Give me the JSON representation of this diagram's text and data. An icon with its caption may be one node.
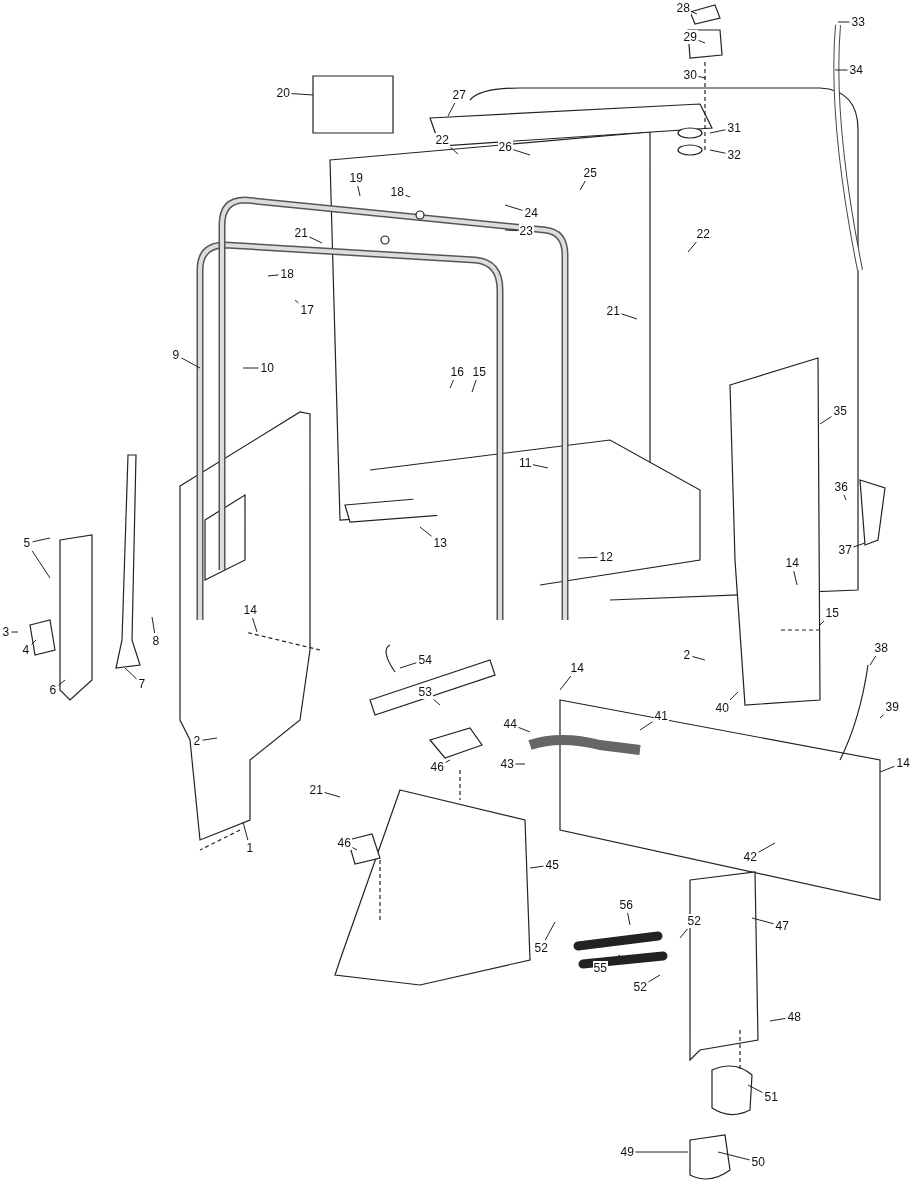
{
  "diagram": {
    "nodes": [
      {
        "text": [
          "1"
        ]
      },
      {
        "text": [
          "2"
        ]
      },
      {
        "text": [
          "2"
        ]
      },
      {
        "text": [
          "3"
        ]
      },
      {
        "text": [
          "4"
        ]
      },
      {
        "text": [
          "5"
        ]
      },
      {
        "text": [
          "6"
        ]
      },
      {
        "text": [
          "7"
        ]
      },
      {
        "text": [
          "8"
        ]
      },
      {
        "text": [
          "9"
        ]
      },
      {
        "text": [
          "10"
        ]
      },
      {
        "text": [
          "11"
        ]
      },
      {
        "text": [
          "12"
        ]
      },
      {
        "text": [
          "13"
        ]
      },
      {
        "text": [
          "14"
        ]
      },
      {
        "text": [
          "14"
        ]
      },
      {
        "text": [
          "14"
        ]
      },
      {
        "text": [
          "14"
        ]
      },
      {
        "text": [
          "15"
        ]
      },
      {
        "text": [
          "15"
        ]
      },
      {
        "text": [
          "16"
        ]
      },
      {
        "text": [
          "17"
        ]
      },
      {
        "text": [
          "18"
        ]
      },
      {
        "text": [
          "18"
        ]
      },
      {
        "text": [
          "19"
        ]
      },
      {
        "text": [
          "20"
        ]
      },
      {
        "text": [
          "21"
        ]
      },
      {
        "text": [
          "21"
        ]
      },
      {
        "text": [
          "21"
        ]
      },
      {
        "text": [
          "22"
        ]
      },
      {
        "text": [
          "22"
        ]
      },
      {
        "text": [
          "23"
        ]
      },
      {
        "text": [
          "24"
        ]
      },
      {
        "text": [
          "25"
        ]
      },
      {
        "text": [
          "26"
        ]
      },
      {
        "text": [
          "27"
        ]
      },
      {
        "text": [
          "28"
        ]
      },
      {
        "text": [
          "29"
        ]
      },
      {
        "text": [
          "30"
        ]
      },
      {
        "text": [
          "31"
        ]
      },
      {
        "text": [
          "32"
        ]
      },
      {
        "text": [
          "33"
        ]
      },
      {
        "text": [
          "34"
        ]
      },
      {
        "text": [
          "35"
        ]
      },
      {
        "text": [
          "36"
        ]
      },
      {
        "text": [
          "37"
        ]
      },
      {
        "text": [
          "38"
        ]
      },
      {
        "text": [
          "39"
        ]
      },
      {
        "text": [
          "40"
        ]
      },
      {
        "text": [
          "41"
        ]
      },
      {
        "text": [
          "42"
        ]
      },
      {
        "text": [
          "43"
        ]
      },
      {
        "text": [
          "44"
        ]
      },
      {
        "text": [
          "45"
        ]
      },
      {
        "text": [
          "46"
        ]
      },
      {
        "text": [
          "46"
        ]
      },
      {
        "text": [
          "47"
        ]
      },
      {
        "text": [
          "48"
        ]
      },
      {
        "text": [
          "49"
        ]
      },
      {
        "text": [
          "50"
        ]
      },
      {
        "text": [
          "51"
        ]
      },
      {
        "text": [
          "52"
        ]
      },
      {
        "text": [
          "52"
        ]
      },
      {
        "text": [
          "52"
        ]
      },
      {
        "text": [
          "53"
        ]
      },
      {
        "text": [
          "54"
        ]
      },
      {
        "text": [
          "55"
        ]
      },
      {
        "text": [
          "56"
        ]
      }
    ],
    "edges": [
      {
        "from": 0,
        "to": null,
        "arrow": "none"
      },
      {
        "from": 1,
        "to": null,
        "arrow": "none"
      },
      {
        "from": 2,
        "to": null,
        "arrow": "none"
      },
      {
        "from": 3,
        "to": null,
        "arrow": "none"
      },
      {
        "from": 4,
        "to": null,
        "arrow": "none"
      },
      {
        "from": 5,
        "to": null,
        "arrow": "none"
      },
      {
        "from": 6,
        "to": null,
        "arrow": "none"
      },
      {
        "from": 7,
        "to": null,
        "arrow": "none"
      },
      {
        "from": 8,
        "to": null,
        "arrow": "none"
      },
      {
        "from": 9,
        "to": null,
        "arrow": "none"
      },
      {
        "from": 10,
        "to": null,
        "arrow": "none"
      },
      {
        "from": 11,
        "to": null,
        "arrow": "none"
      },
      {
        "from": 12,
        "to": null,
        "arrow": "none"
      },
      {
        "from": 13,
        "to": null,
        "arrow": "none"
      },
      {
        "from": 14,
        "to": null,
        "arrow": "none"
      },
      {
        "from": 15,
        "to": null,
        "arrow": "none"
      },
      {
        "from": 16,
        "to": null,
        "arrow": "none"
      },
      {
        "from": 17,
        "to": null,
        "arrow": "none"
      },
      {
        "from": 18,
        "to": null,
        "arrow": "none"
      },
      {
        "from": 19,
        "to": null,
        "arrow": "none"
      },
      {
        "from": 20,
        "to": null,
        "arrow": "none"
      },
      {
        "from": 21,
        "to": null,
        "arrow": "none"
      },
      {
        "from": 22,
        "to": null,
        "arrow": "none"
      },
      {
        "from": 23,
        "to": null,
        "arrow": "none"
      },
      {
        "from": 24,
        "to": null,
        "arrow": "none"
      },
      {
        "from": 25,
        "to": null,
        "arrow": "none"
      },
      {
        "from": 26,
        "to": null,
        "arrow": "none"
      },
      {
        "from": 27,
        "to": null,
        "arrow": "none"
      },
      {
        "from": 28,
        "to": null,
        "arrow": "none"
      },
      {
        "from": 29,
        "to": null,
        "arrow": "none"
      },
      {
        "from": 30,
        "to": null,
        "arrow": "none"
      },
      {
        "from": 31,
        "to": null,
        "arrow": "none"
      },
      {
        "from": 32,
        "to": null,
        "arrow": "none"
      },
      {
        "from": 33,
        "to": null,
        "arrow": "none"
      },
      {
        "from": 34,
        "to": null,
        "arrow": "none"
      },
      {
        "from": 35,
        "to": null,
        "arrow": "none"
      },
      {
        "from": 36,
        "to": null,
        "arrow": "none"
      },
      {
        "from": 37,
        "to": null,
        "arrow": "none"
      },
      {
        "from": 38,
        "to": null,
        "arrow": "none"
      },
      {
        "from": 39,
        "to": null,
        "arrow": "none"
      },
      {
        "from": 40,
        "to": null,
        "arrow": "none"
      },
      {
        "from": 41,
        "to": null,
        "arrow": "none"
      },
      {
        "from": 42,
        "to": null,
        "arrow": "none"
      },
      {
        "from": 43,
        "to": null,
        "arrow": "none"
      },
      {
        "from": 44,
        "to": null,
        "arrow": "none"
      },
      {
        "from": 45,
        "to": null,
        "arrow": "none"
      },
      {
        "from": 46,
        "to": null,
        "arrow": "none"
      },
      {
        "from": 47,
        "to": null,
        "arrow": "none"
      },
      {
        "from": 48,
        "to": null,
        "arrow": "none"
      },
      {
        "from": 49,
        "to": null,
        "arrow": "none"
      },
      {
        "from": 50,
        "to": null,
        "arrow": "none"
      },
      {
        "from": 51,
        "to": null,
        "arrow": "none"
      },
      {
        "from": 52,
        "to": null,
        "arrow": "none"
      },
      {
        "from": 53,
        "to": null,
        "arrow": "none"
      },
      {
        "from": 54,
        "to": null,
        "arrow": "none"
      },
      {
        "from": 55,
        "to": null,
        "arrow": "none"
      },
      {
        "from": 56,
        "to": null,
        "arrow": "none"
      },
      {
        "from": 57,
        "to": null,
        "arrow": "none"
      },
      {
        "from": 58,
        "to": null,
        "arrow": "none"
      },
      {
        "from": 59,
        "to": null,
        "arrow": "none"
      },
      {
        "from": 60,
        "to": null,
        "arrow": "none"
      },
      {
        "from": 61,
        "to": null,
        "arrow": "none"
      },
      {
        "from": 62,
        "to": null,
        "arrow": "none"
      },
      {
        "from": 63,
        "to": null,
        "arrow": "none"
      },
      {
        "from": 64,
        "to": null,
        "arrow": "none"
      },
      {
        "from": 65,
        "to": null,
        "arrow": "none"
      },
      {
        "from": 66,
        "to": null,
        "arrow": "none"
      },
      {
        "from": 67,
        "to": null,
        "arrow": "none"
      },
      {
        "from": 5,
        "to": null,
        "arrow": "none"
      }
    ]
  }
}
